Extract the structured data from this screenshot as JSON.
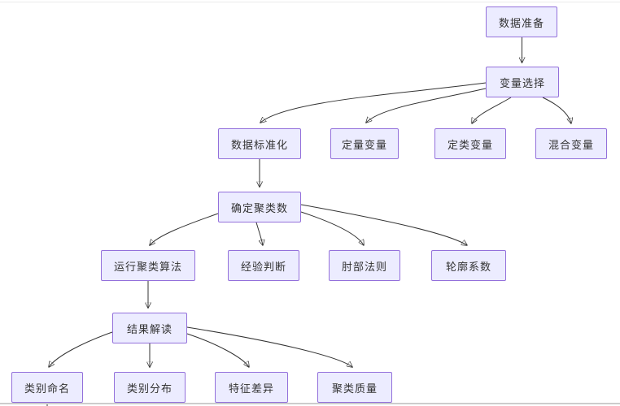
{
  "diagram": {
    "type": "flowchart",
    "direction": "top-down",
    "colors": {
      "node_fill": "#ECECFF",
      "node_border": "#9370DB",
      "edge_stroke": "#333333",
      "text": "#333333",
      "background": "#ffffff"
    },
    "nodes": [
      {
        "id": "data-preparation",
        "label": "数据准备"
      },
      {
        "id": "variable-selection",
        "label": "变量选择"
      },
      {
        "id": "data-standardization",
        "label": "数据标准化"
      },
      {
        "id": "quantitative-variables",
        "label": "定量变量"
      },
      {
        "id": "categorical-variables",
        "label": "定类变量"
      },
      {
        "id": "mixed-variables",
        "label": "混合变量"
      },
      {
        "id": "determine-cluster-count",
        "label": "确定聚类数"
      },
      {
        "id": "run-clustering-algorithm",
        "label": "运行聚类算法"
      },
      {
        "id": "empirical-judgment",
        "label": "经验判断"
      },
      {
        "id": "elbow-method",
        "label": "肘部法则"
      },
      {
        "id": "silhouette-coefficient",
        "label": "轮廓系数"
      },
      {
        "id": "result-interpretation",
        "label": "结果解读"
      },
      {
        "id": "category-naming",
        "label": "类别命名"
      },
      {
        "id": "category-distribution",
        "label": "类别分布"
      },
      {
        "id": "feature-differences",
        "label": "特征差异"
      },
      {
        "id": "cluster-quality",
        "label": "聚类质量"
      }
    ],
    "edges": [
      {
        "from": "data-preparation",
        "to": "variable-selection"
      },
      {
        "from": "variable-selection",
        "to": "data-standardization"
      },
      {
        "from": "variable-selection",
        "to": "quantitative-variables"
      },
      {
        "from": "variable-selection",
        "to": "categorical-variables"
      },
      {
        "from": "variable-selection",
        "to": "mixed-variables"
      },
      {
        "from": "data-standardization",
        "to": "determine-cluster-count"
      },
      {
        "from": "determine-cluster-count",
        "to": "run-clustering-algorithm"
      },
      {
        "from": "determine-cluster-count",
        "to": "empirical-judgment"
      },
      {
        "from": "determine-cluster-count",
        "to": "elbow-method"
      },
      {
        "from": "determine-cluster-count",
        "to": "silhouette-coefficient"
      },
      {
        "from": "run-clustering-algorithm",
        "to": "result-interpretation"
      },
      {
        "from": "result-interpretation",
        "to": "category-naming"
      },
      {
        "from": "result-interpretation",
        "to": "category-distribution"
      },
      {
        "from": "result-interpretation",
        "to": "feature-differences"
      },
      {
        "from": "result-interpretation",
        "to": "cluster-quality"
      }
    ],
    "partial_edges": [
      {
        "from": "category-naming",
        "note": "edge continues below the visible area"
      }
    ]
  }
}
